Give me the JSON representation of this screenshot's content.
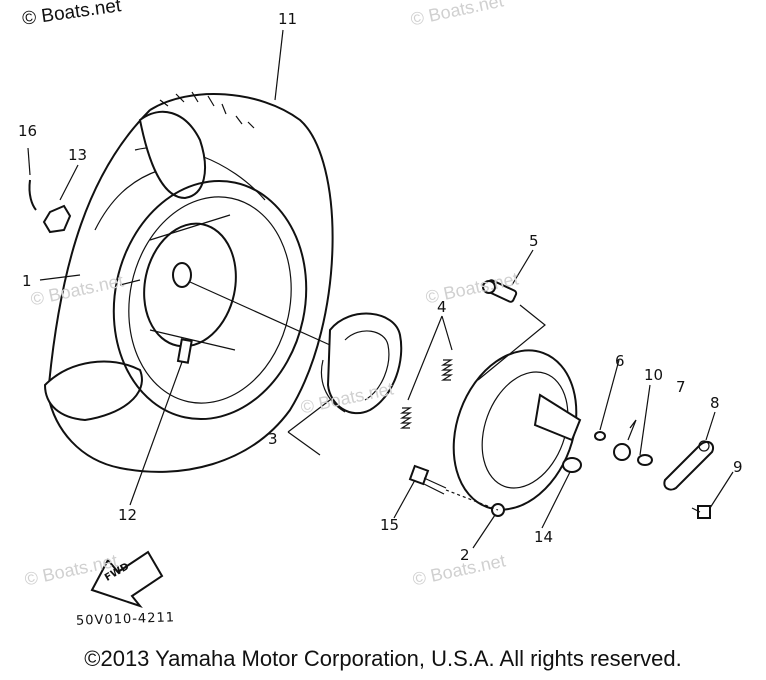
{
  "watermark": {
    "top_left": "© Boats.net",
    "faint": [
      "© Boats.net",
      "© Boats.net",
      "© Boats.net",
      "© Boats.net",
      "© Boats.net",
      "© Boats.net"
    ]
  },
  "callouts": [
    "11",
    "16",
    "13",
    "1",
    "5",
    "4",
    "6",
    "10",
    "7",
    "8",
    "3",
    "9",
    "12",
    "15",
    "14",
    "2"
  ],
  "fwd_label": "FWD",
  "diagram_code": "50V010-4211",
  "copyright": "©2013 Yamaha Motor Corporation, U.S.A. All rights reserved."
}
